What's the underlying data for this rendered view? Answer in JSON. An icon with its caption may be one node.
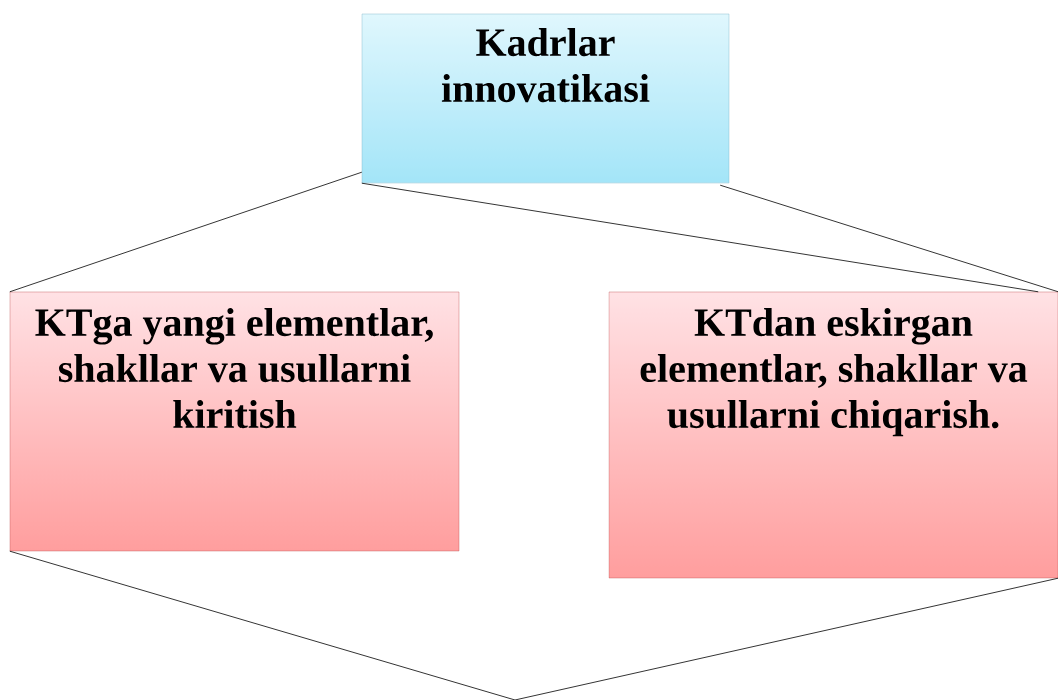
{
  "diagram": {
    "nodes": [
      {
        "text": [
          "Kadrlar innovatikasi"
        ]
      },
      {
        "text": [
          "KTga yangi elementlar, shakllar va usullarni kiritish"
        ]
      },
      {
        "text": [
          "KTdan eskirgan elementlar, shakllar va usullarni chiqarish."
        ]
      }
    ],
    "edges": [
      {
        "from": 0,
        "to": 1,
        "arrow": "none"
      },
      {
        "from": 0,
        "to": 2,
        "arrow": "none"
      },
      {
        "from": 0,
        "to": 2,
        "arrow": "none"
      },
      {
        "from": 1,
        "to": null,
        "arrow": "none"
      },
      {
        "from": 2,
        "to": null,
        "arrow": "none"
      }
    ]
  }
}
